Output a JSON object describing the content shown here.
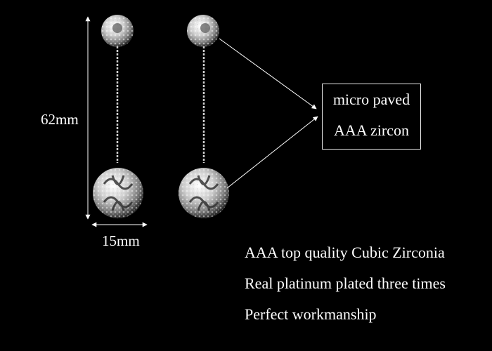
{
  "dimensions": {
    "height": "62mm",
    "width": "15mm"
  },
  "callout": {
    "lines": [
      "micro paved",
      "AAA zircon"
    ]
  },
  "features": [
    "AAA top quality Cubic Zirconia",
    "Real platinum plated three times",
    "Perfect workmanship"
  ],
  "colors": {
    "background": "#000000",
    "text": "#ffffff",
    "metal": "#d9d9d9"
  }
}
